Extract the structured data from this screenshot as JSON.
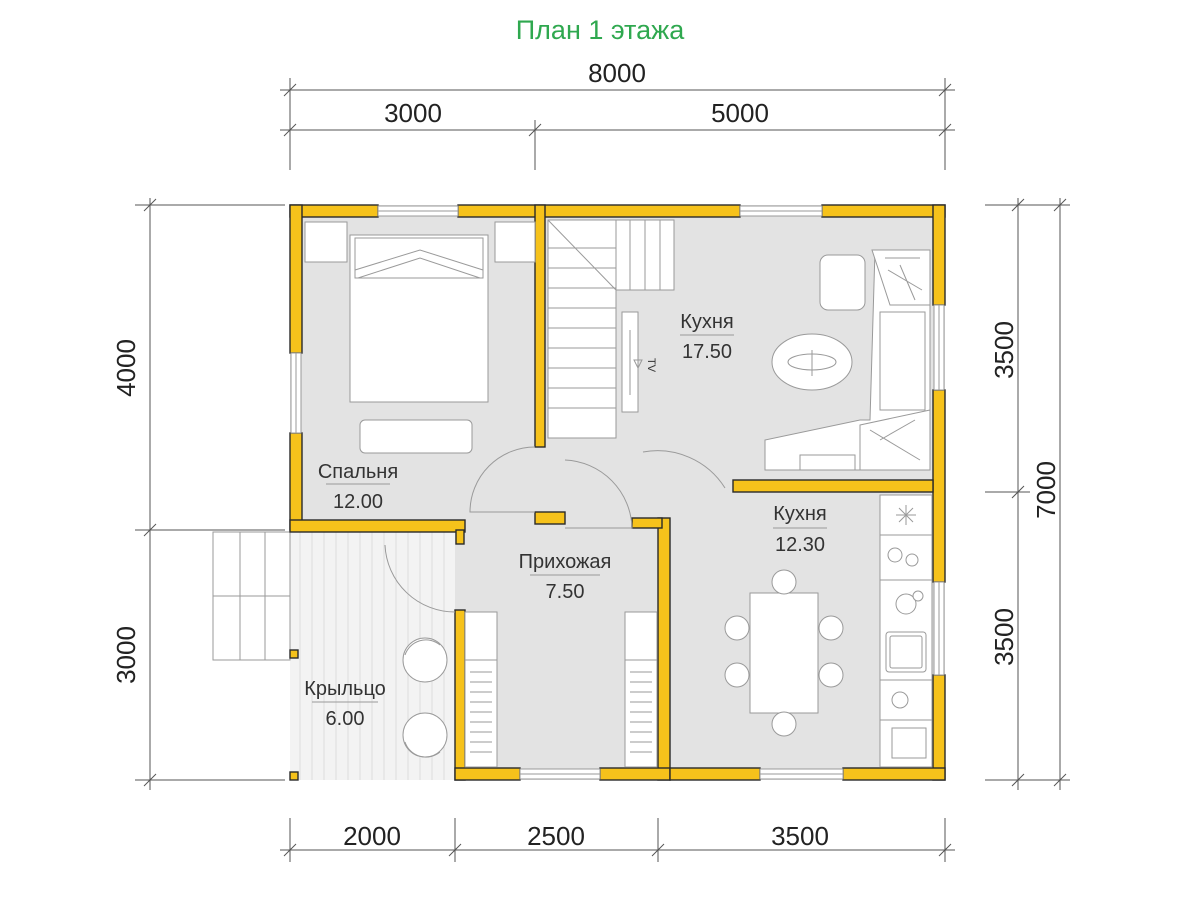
{
  "title": "План 1 этажа",
  "dimensions": {
    "top_total": "8000",
    "top_left": "3000",
    "top_right": "5000",
    "bottom_1": "2000",
    "bottom_2": "2500",
    "bottom_3": "3500",
    "left_upper": "4000",
    "left_lower": "3000",
    "right_upper": "3500",
    "right_lower": "3500",
    "right_total": "7000"
  },
  "rooms": {
    "bedroom": {
      "name": "Спальня",
      "area": "12.00"
    },
    "living": {
      "name": "Кухня",
      "area": "17.50"
    },
    "kitchen": {
      "name": "Кухня",
      "area": "12.30"
    },
    "hall": {
      "name": "Прихожая",
      "area": "7.50"
    },
    "porch": {
      "name": "Крыльцо",
      "area": "6.00"
    }
  },
  "labels": {
    "tv": "TV"
  },
  "colors": {
    "wall": "#f6c21b",
    "floor": "#e3e3e3",
    "porch_floor": "#f2f2f2",
    "title": "#2fa84f"
  }
}
